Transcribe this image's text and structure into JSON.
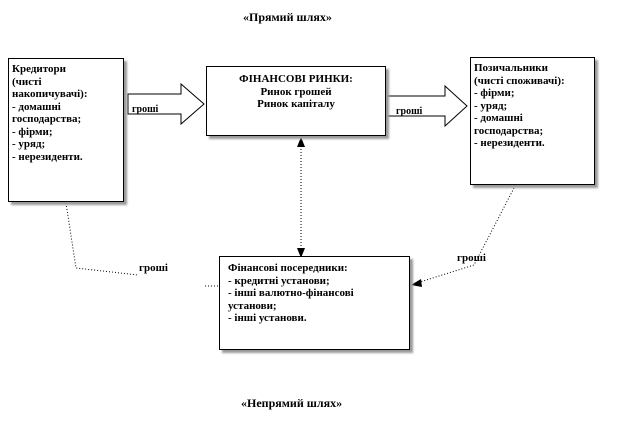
{
  "captions": {
    "top": "«Прямий шлях»",
    "bottom": "«Непрямий шлях»"
  },
  "creditors": {
    "title": "Кредитори",
    "lines": [
      "(чисті",
      "накопичувачі):",
      "-  домашні",
      "господарства;",
      "-  фірми;",
      "-  уряд;",
      "-  нерезиденти."
    ]
  },
  "markets": {
    "title": "ФІНАНСОВІ РИНКИ:",
    "lines": [
      "Ринок грошей",
      "Ринок капіталу"
    ]
  },
  "borrowers": {
    "title": "Позичальники",
    "lines": [
      "(чисті споживачі):",
      "-  фірми;",
      "-  уряд;",
      "-  домашні",
      "господарства;",
      "-  нерезиденти."
    ]
  },
  "intermediaries": {
    "title": "Фінансові посередники:",
    "lines": [
      "-  кредитні установи;",
      "-  інші      валютно-фінансові",
      "установи;",
      "-  інші установи."
    ]
  },
  "flow_labels": {
    "money_1": "гроші",
    "money_2": "гроші",
    "money_3": "гроші",
    "money_4": "гроші"
  }
}
